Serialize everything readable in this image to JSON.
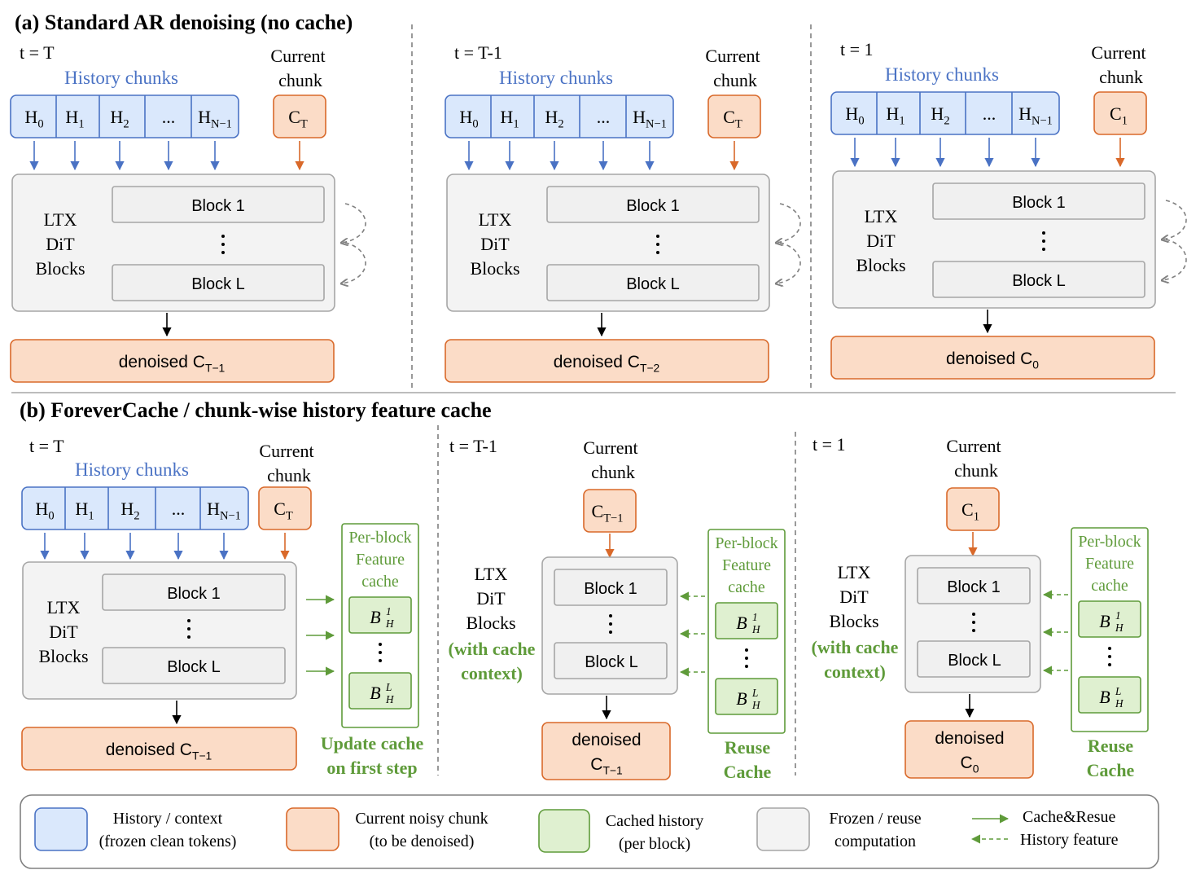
{
  "colors": {
    "blue_fill": "#dae8fc",
    "blue_stroke": "#4a72c4",
    "orange_fill": "#fbdcc7",
    "orange_stroke": "#d9692a",
    "green_fill": "#dff0d0",
    "green_stroke": "#5f9b3a",
    "gray_fill": "#f3f3f3",
    "gray_stroke": "#a6a6a6",
    "green_text": "#5f9b3a",
    "blue_text": "#4a72c4"
  },
  "panel_a": {
    "title": "(a) Standard AR denoising (no cache)",
    "columns": [
      {
        "t_label": "t = T",
        "history_label": "History chunks",
        "history": [
          "H",
          "H",
          "H",
          "...",
          "H"
        ],
        "history_sub": [
          "0",
          "1",
          "2",
          "",
          "N−1"
        ],
        "current_label_1": "Current",
        "current_label_2": "chunk",
        "current": "C",
        "current_sub": "T",
        "model": [
          "LTX",
          "DiT",
          "Blocks"
        ],
        "block_1": "Block 1",
        "block_l": "Block L",
        "output": "denoised C",
        "output_sub": "T−1"
      },
      {
        "t_label": "t = T-1",
        "history_label": "History chunks",
        "history": [
          "H",
          "H",
          "H",
          "...",
          "H"
        ],
        "history_sub": [
          "0",
          "1",
          "2",
          "",
          "N−1"
        ],
        "current_label_1": "Current",
        "current_label_2": "chunk",
        "current": "C",
        "current_sub": "T",
        "model": [
          "LTX",
          "DiT",
          "Blocks"
        ],
        "block_1": "Block 1",
        "block_l": "Block L",
        "output": "denoised C",
        "output_sub": "T−2"
      },
      {
        "t_label": "t = 1",
        "history_label": "History chunks",
        "history": [
          "H",
          "H",
          "H",
          "...",
          "H"
        ],
        "history_sub": [
          "0",
          "1",
          "2",
          "",
          "N−1"
        ],
        "current_label_1": "Current",
        "current_label_2": "chunk",
        "current": "C",
        "current_sub": "1",
        "model": [
          "LTX",
          "DiT",
          "Blocks"
        ],
        "block_1": "Block 1",
        "block_l": "Block L",
        "output": "denoised C",
        "output_sub": "0"
      }
    ]
  },
  "panel_b": {
    "title": "(b) ForeverCache / chunk-wise history feature cache",
    "first": {
      "t_label": "t = T",
      "history_label": "History chunks",
      "history": [
        "H",
        "H",
        "H",
        "...",
        "H"
      ],
      "history_sub": [
        "0",
        "1",
        "2",
        "",
        "N−1"
      ],
      "current_label_1": "Current",
      "current_label_2": "chunk",
      "current": "C",
      "current_sub": "T",
      "model": [
        "LTX",
        "DiT",
        "Blocks"
      ],
      "block_1": "Block 1",
      "block_l": "Block L",
      "output": "denoised C",
      "output_sub": "T−1",
      "cache_title": [
        "Per-block",
        "Feature",
        "cache"
      ],
      "cache_item": "B",
      "cache_sub_top": "1",
      "cache_sub_bot": "L",
      "cache_sub_h": "H",
      "caption": [
        "Update cache",
        "on first step"
      ]
    },
    "later": [
      {
        "t_label": "t = T-1",
        "current_label_1": "Current",
        "current_label_2": "chunk",
        "current": "C",
        "current_sub": "T−1",
        "model": [
          "LTX",
          "DiT",
          "Blocks"
        ],
        "model_green": [
          "(with cache",
          "context)"
        ],
        "block_1": "Block 1",
        "block_l": "Block L",
        "output_1": "denoised",
        "output_2": "C",
        "output_sub": "T−1",
        "cache_title": [
          "Per-block",
          "Feature",
          "cache"
        ],
        "cache_item": "B",
        "cache_sub_top": "1",
        "cache_sub_bot": "L",
        "cache_sub_h": "H",
        "caption": [
          "Reuse",
          "Cache"
        ]
      },
      {
        "t_label": "t = 1",
        "current_label_1": "Current",
        "current_label_2": "chunk",
        "current": "C",
        "current_sub": "1",
        "model": [
          "LTX",
          "DiT",
          "Blocks"
        ],
        "model_green": [
          "(with cache",
          "context)"
        ],
        "block_1": "Block 1",
        "block_l": "Block L",
        "output_1": "denoised",
        "output_2": "C",
        "output_sub": "0",
        "cache_title": [
          "Per-block",
          "Feature",
          "cache"
        ],
        "cache_item": "B",
        "cache_sub_top": "1",
        "cache_sub_bot": "L",
        "cache_sub_h": "H",
        "caption": [
          "Reuse",
          "Cache"
        ]
      }
    ]
  },
  "legend": {
    "history": [
      "History / context",
      "(frozen clean tokens)"
    ],
    "current": [
      "Current noisy chunk",
      "(to be denoised)"
    ],
    "cached": [
      "Cached history",
      "(per block)"
    ],
    "frozen": [
      "Frozen / reuse",
      "computation"
    ],
    "arrows": [
      "Cache&Resue",
      "History feature"
    ]
  }
}
